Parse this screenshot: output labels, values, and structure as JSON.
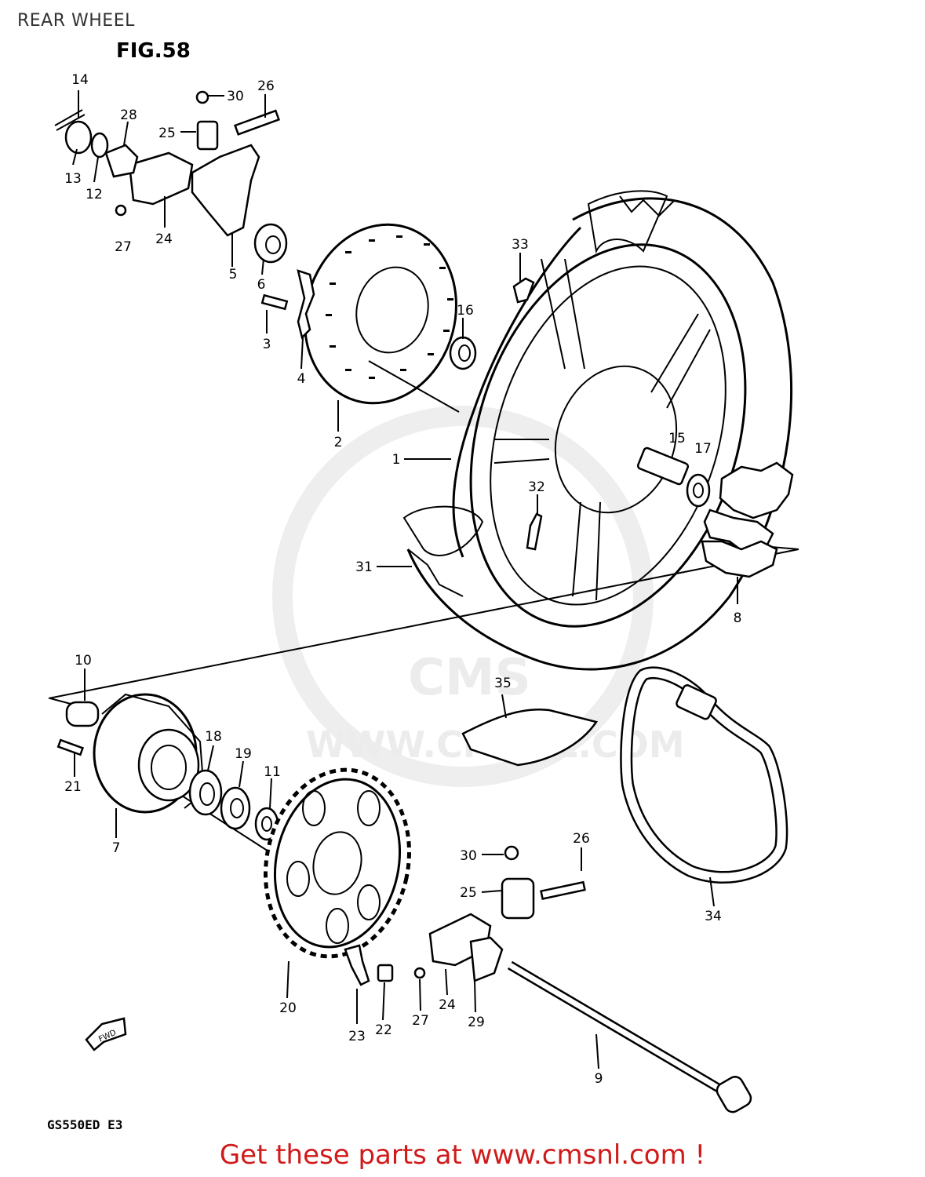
{
  "header": {
    "section_title": "REAR WHEEL",
    "figure_label": "FIG.58"
  },
  "watermark": {
    "brand": "CMS",
    "url": "WWW.CMSNL.COM"
  },
  "parts": {
    "p1": "1",
    "p2": "2",
    "p3": "3",
    "p4": "4",
    "p5": "5",
    "p6": "6",
    "p7": "7",
    "p8": "8",
    "p9": "9",
    "p10": "10",
    "p11": "11",
    "p12": "12",
    "p13": "13",
    "p14": "14",
    "p15": "15",
    "p16": "16",
    "p17": "17",
    "p18": "18",
    "p19": "19",
    "p20": "20",
    "p21": "21",
    "p22": "22",
    "p23": "23",
    "p24": "24",
    "p25": "25",
    "p26": "26",
    "p27": "27",
    "p28": "28",
    "p29": "29",
    "p30": "30",
    "p31": "31",
    "p32": "32",
    "p33": "33",
    "p34": "34",
    "p35": "35"
  },
  "fwd_marker": "FWD",
  "model_code": "GS550ED  E3",
  "footer": {
    "cta_text": "Get these parts at www.cmsnl.com !"
  },
  "colors": {
    "cta": "#d11a1a",
    "line": "#000000",
    "watermark": "#ececec"
  }
}
